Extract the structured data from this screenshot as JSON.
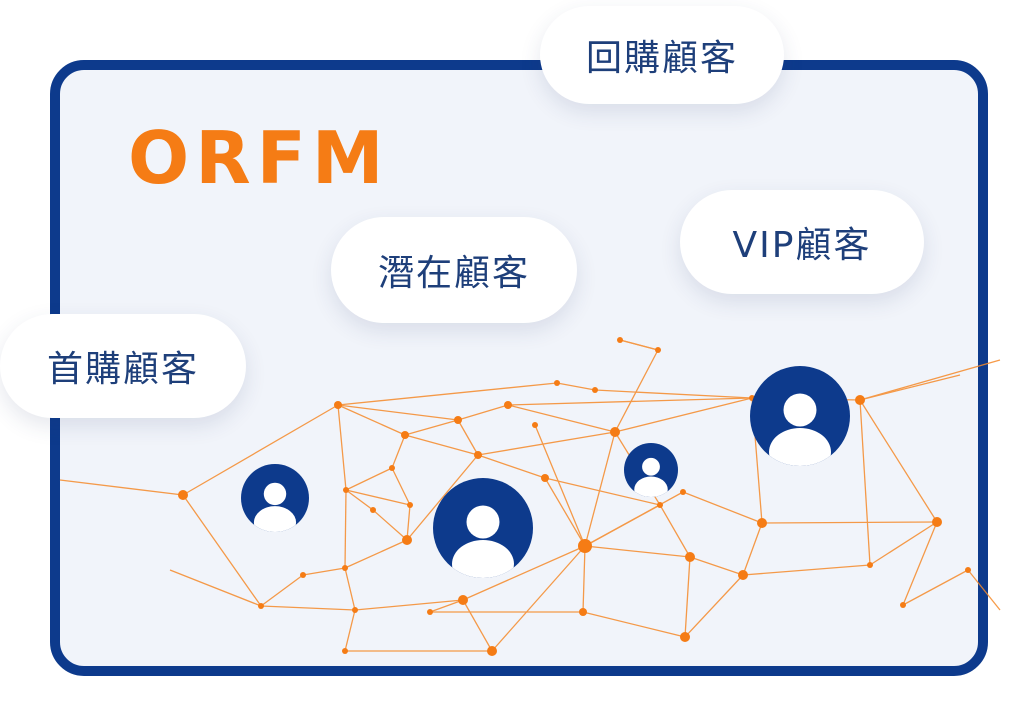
{
  "title": "ORFM",
  "bubbles": {
    "repeat": "回購顧客",
    "vip": "VIP顧客",
    "potential": "潛在顧客",
    "first": "首購顧客"
  },
  "colors": {
    "frame": "#0d3a8c",
    "panel": "#f1f4fa",
    "accent": "#f57c15",
    "label": "#1e3f7a",
    "avatar": "#0d3a8c"
  },
  "icons": [
    "user-avatar-icon"
  ]
}
